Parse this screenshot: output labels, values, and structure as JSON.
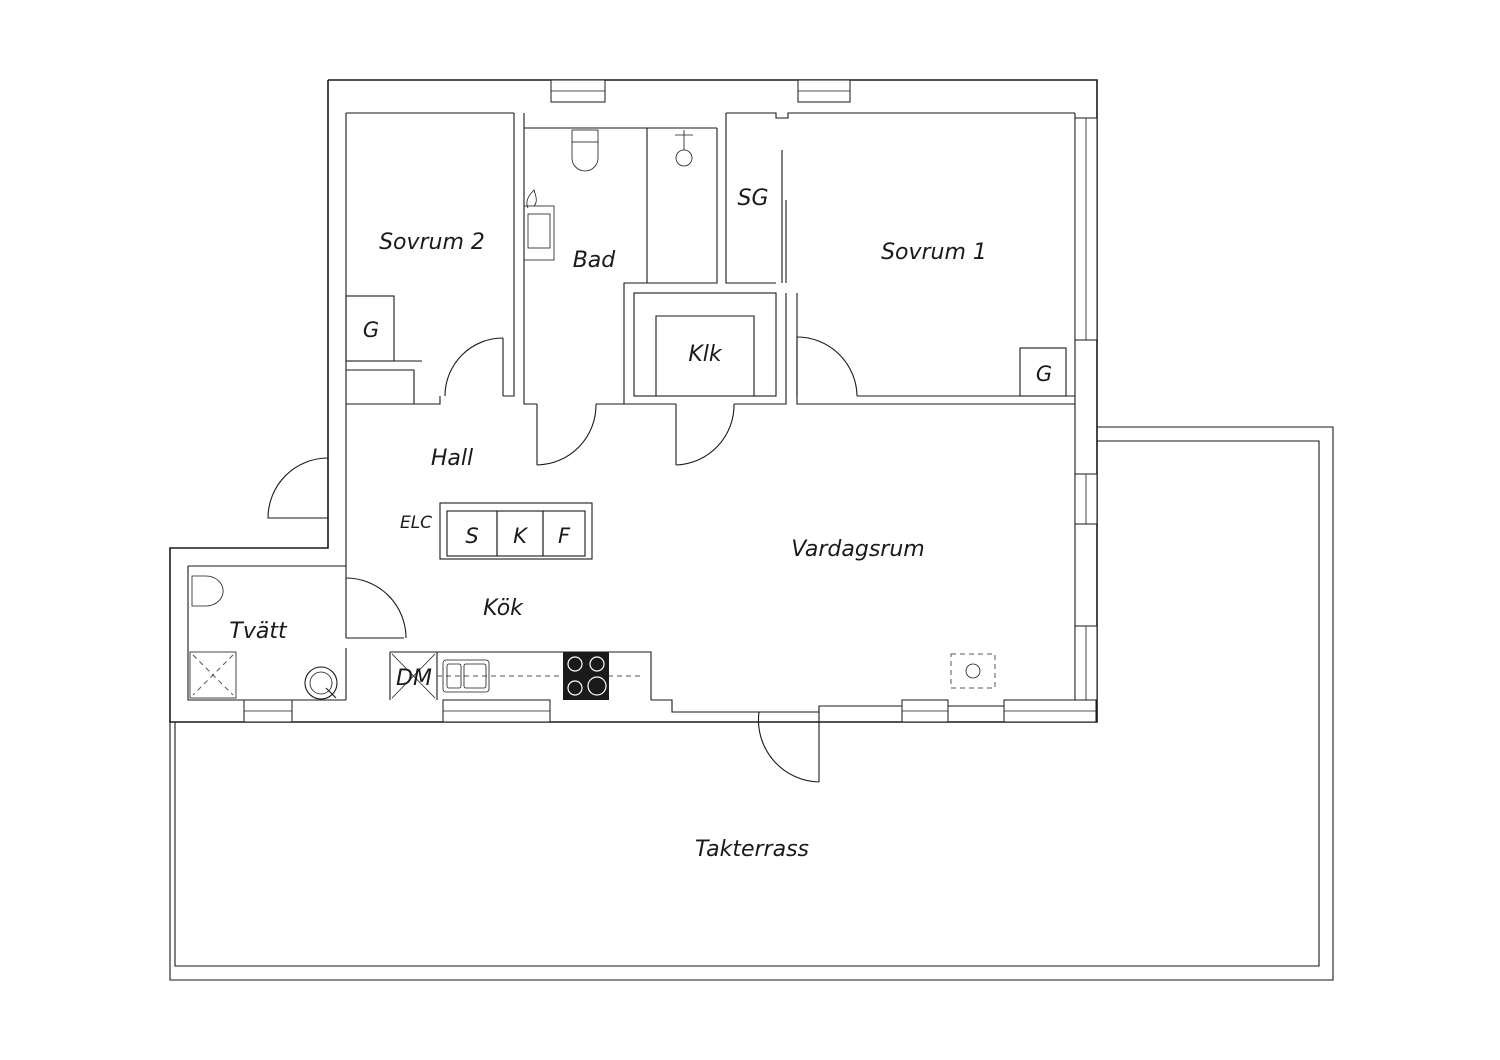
{
  "rooms": {
    "sovrum2": "Sovrum 2",
    "bad": "Bad",
    "sg": "SG",
    "sovrum1": "Sovrum 1",
    "klk": "Klk",
    "hall": "Hall",
    "elc": "ELC",
    "vardagsrum": "Vardagsrum",
    "kok": "Kök",
    "tvatt": "Tvätt",
    "dm": "DM",
    "takterrass": "Takterrass"
  },
  "fixtures": {
    "wardrobe": "G",
    "wardrobe_right": "G",
    "stove_label": "S",
    "fridge_label": "K",
    "freezer_label": "F"
  }
}
